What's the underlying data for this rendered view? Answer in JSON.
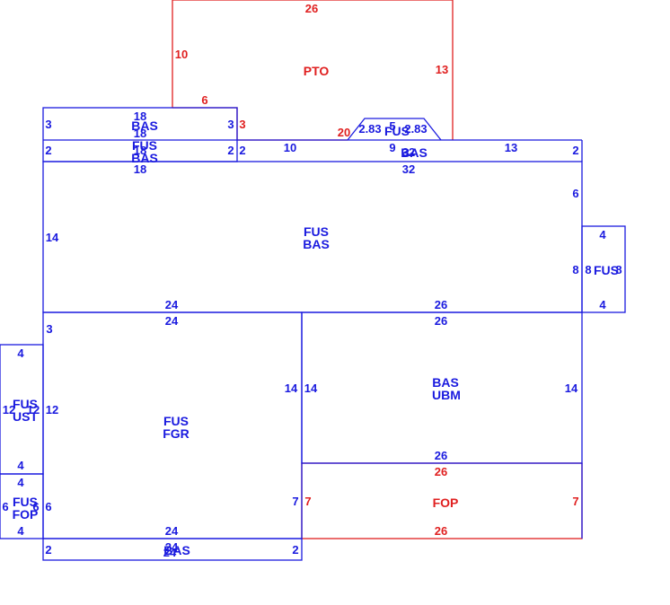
{
  "colors": {
    "blue": "#1a1adf",
    "red": "#e02020",
    "background": "#ffffff"
  },
  "areas": {
    "pto": "PTO",
    "top_strip_1": "BAS",
    "top_strip_2": "FUS",
    "top_strip_3": "BAS",
    "notch_top": "FUS",
    "notch_bottom": "BAS",
    "right_box": "FUS",
    "main_1": "FUS",
    "main_2": "BAS",
    "ubm_1": "BAS",
    "ubm_2": "UBM",
    "fgr_1": "FUS",
    "fgr_2": "FGR",
    "fop_main": "FOP",
    "left_ust_1": "FUS",
    "left_ust_2": "UST",
    "left_fop_1": "FUS",
    "left_fop_2": "FOP",
    "bottom_strip": "BAS"
  },
  "dims": {
    "pto_top": "26",
    "pto_left": "10",
    "pto_right": "13",
    "pto_step": "6",
    "pto_bottom_left": "3",
    "pto_bottom_run": "20",
    "top_18_a": "18",
    "top_18_b": "18",
    "top_18_c": "18",
    "top_18_d": "18",
    "top_3_left": "3",
    "top_3_right": "3",
    "top_2_left": "2",
    "top_2_right": "2",
    "strip_2_left": "2",
    "strip_10": "10",
    "notch_283_left": "2.83",
    "notch_5": "5",
    "notch_283_right": "2.83",
    "notch_9": "9",
    "notch_32": "32",
    "notch_13": "13",
    "notch_2_right": "2",
    "main_32": "32",
    "main_6": "6",
    "main_14": "14",
    "main_24_top": "24",
    "main_26_top": "26",
    "box_4_top": "4",
    "box_8_left": "8",
    "box_8_inner": "8",
    "box_8_right": "8",
    "box_4_bottom": "4",
    "fgr_24": "24",
    "fgr_3": "3",
    "fgr_14_right": "14",
    "fgr_12": "12",
    "fgr_7": "7",
    "fgr_24_bottom": "24",
    "ubm_26_top": "26",
    "ubm_14_left": "14",
    "ubm_14_right": "14",
    "ubm_26_bottom": "26",
    "fop_26_top": "26",
    "fop_7_left": "7",
    "fop_7_right": "7",
    "fop_26_bottom": "26",
    "ust_4_top": "4",
    "ust_12_left": "12",
    "ust_12_inner": "12",
    "ust_4_bottom": "4",
    "lfop_4_top": "4",
    "lfop_6_left": "6",
    "lfop_6_inner": "6",
    "lfop_6_right": "6",
    "lfop_4_bottom": "4",
    "bot_24_a": "24",
    "bot_24_b": "24",
    "bot_2_left": "2",
    "bot_2_right": "2"
  }
}
